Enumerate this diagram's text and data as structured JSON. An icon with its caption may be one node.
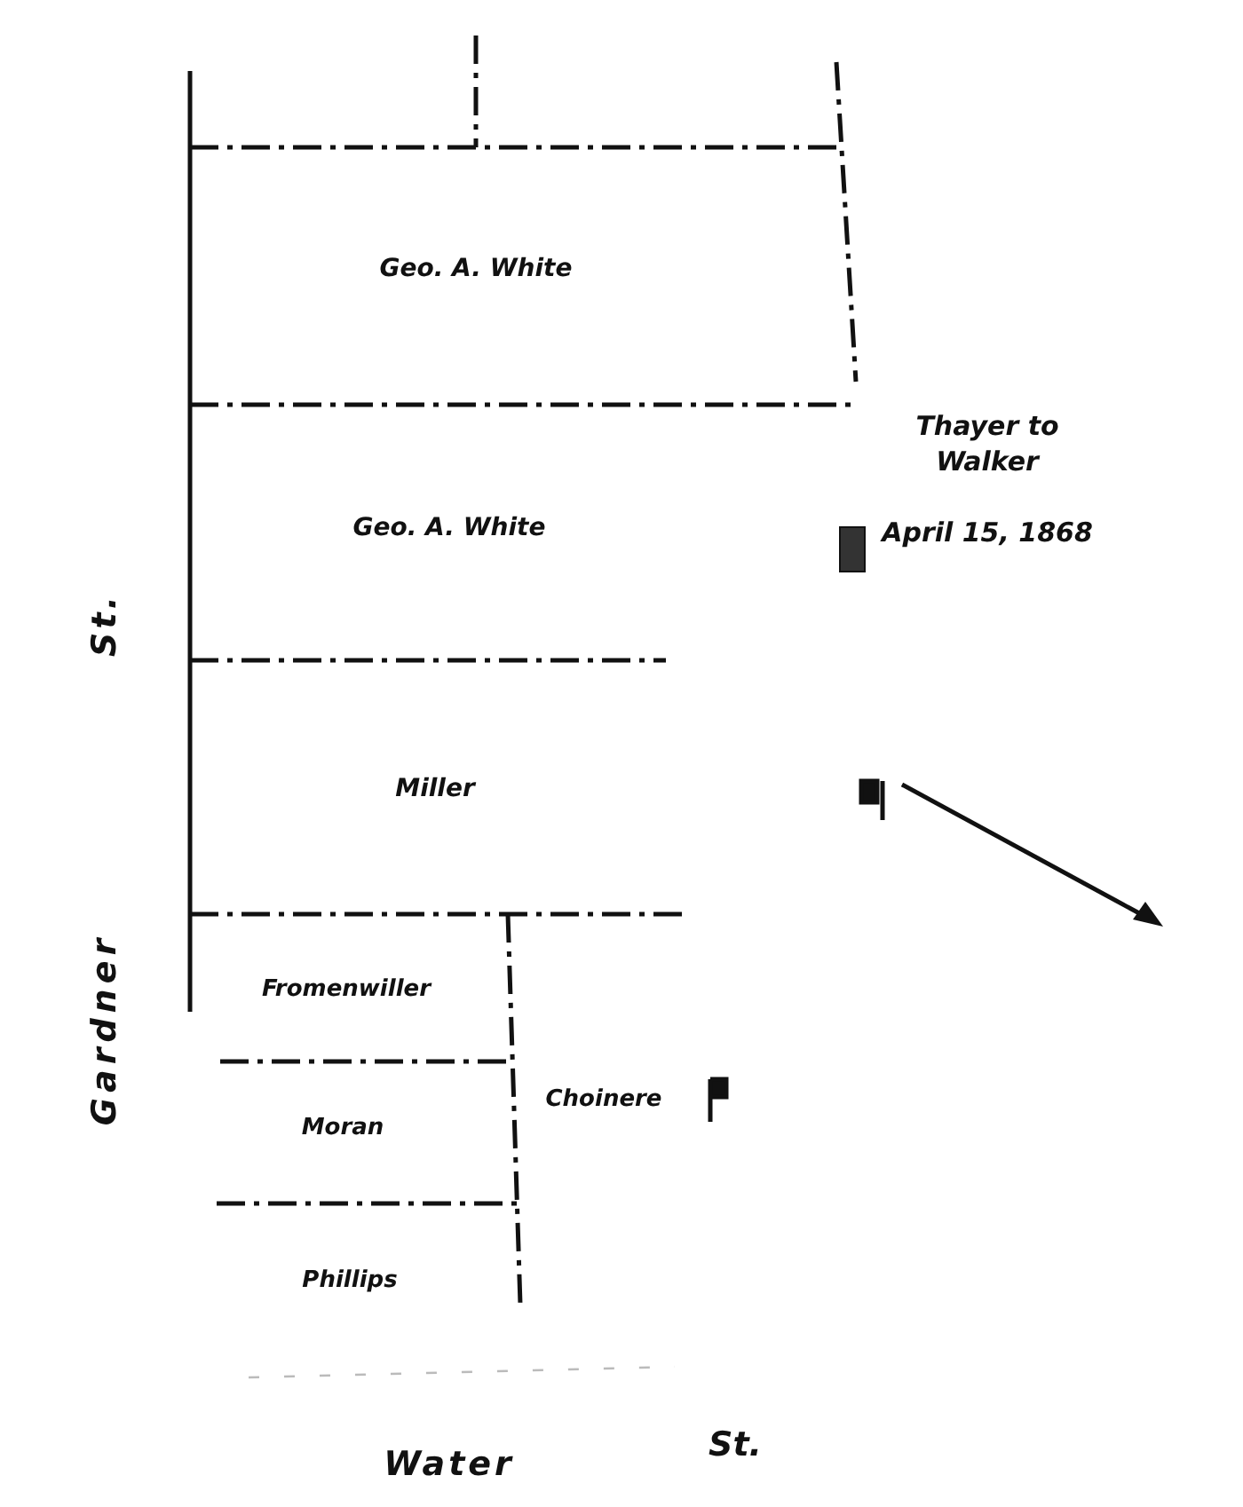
{
  "diagram": {
    "labels": [
      "Geo. A. White",
      "Thayer to Walker",
      "Geo. A. White",
      "April 15, 1868",
      "St.",
      "Miller",
      "Fromenwiller",
      "Gardner",
      "Choinere",
      "Moran",
      "Phillips",
      "St.",
      "Water"
    ]
  }
}
